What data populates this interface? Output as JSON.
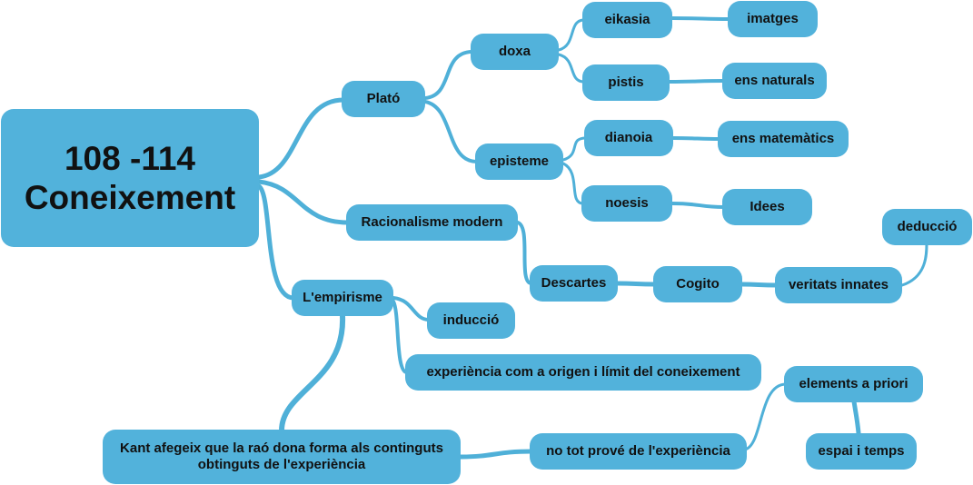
{
  "colors": {
    "node_fill": "#52b2db",
    "link": "#4fb0d8",
    "text": "#111111"
  },
  "mindmap": {
    "root": {
      "line1": "108 -114",
      "line2": "Coneixement"
    },
    "nodes": {
      "plato": "Plató",
      "doxa": "doxa",
      "eikasia": "eikasia",
      "imatges": "imatges",
      "pistis": "pistis",
      "ens_naturals": "ens naturals",
      "episteme": "episteme",
      "dianoia": "dianoia",
      "ens_matematics": "ens matemàtics",
      "noesis": "noesis",
      "idees": "Idees",
      "racionalisme": "Racionalisme modern",
      "descartes": "Descartes",
      "cogito": "Cogito",
      "veritats_innates": "veritats innates",
      "deduccio": "deducció",
      "empirisme": "L'empirisme",
      "induccio": "inducció",
      "experiencia": "experiència com a origen i límit del coneixement",
      "kant": "Kant afegeix que la raó dona forma als continguts obtinguts de l'experiència",
      "no_tot": "no tot prové de l'experiència",
      "elements_apriori": "elements a priori",
      "espai_temps": "espai i temps"
    }
  }
}
